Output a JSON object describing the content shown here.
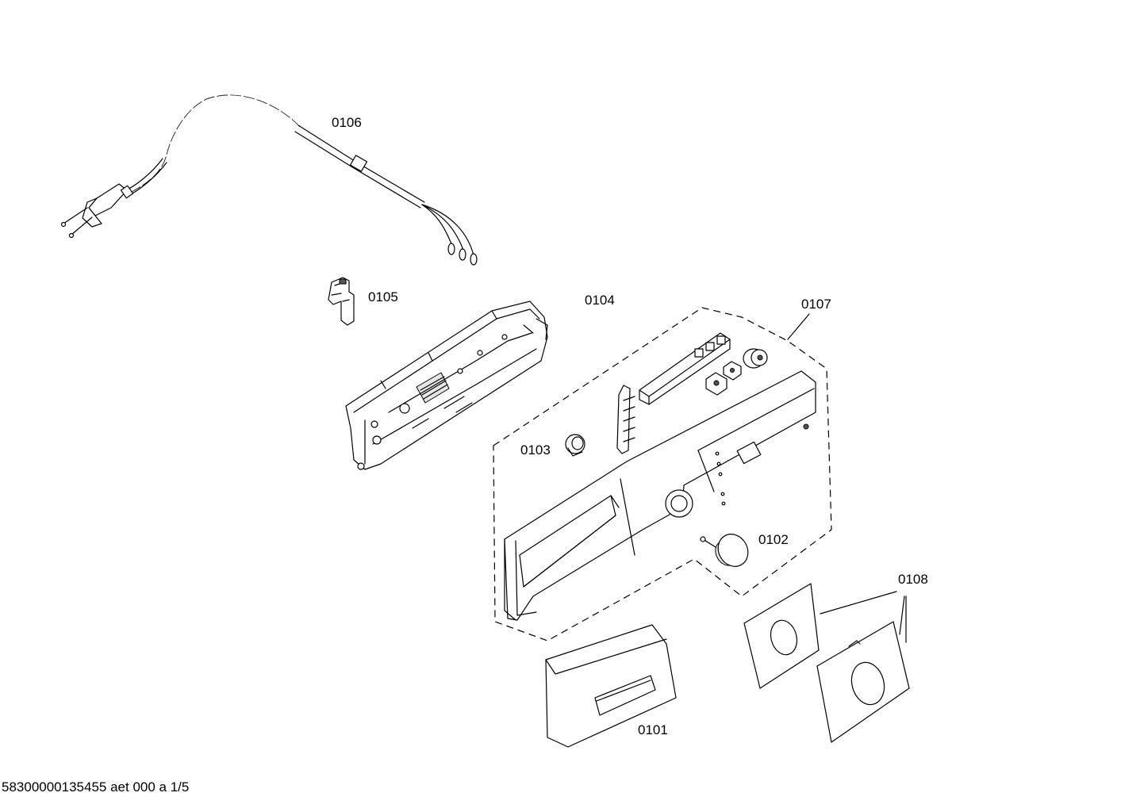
{
  "labels": {
    "p0101": "0101",
    "p0102": "0102",
    "p0103": "0103",
    "p0104": "0104",
    "p0105": "0105",
    "p0106": "0106",
    "p0107": "0107",
    "p0108": "0108"
  },
  "footer": "58300000135455 aet 000 a 1/5"
}
